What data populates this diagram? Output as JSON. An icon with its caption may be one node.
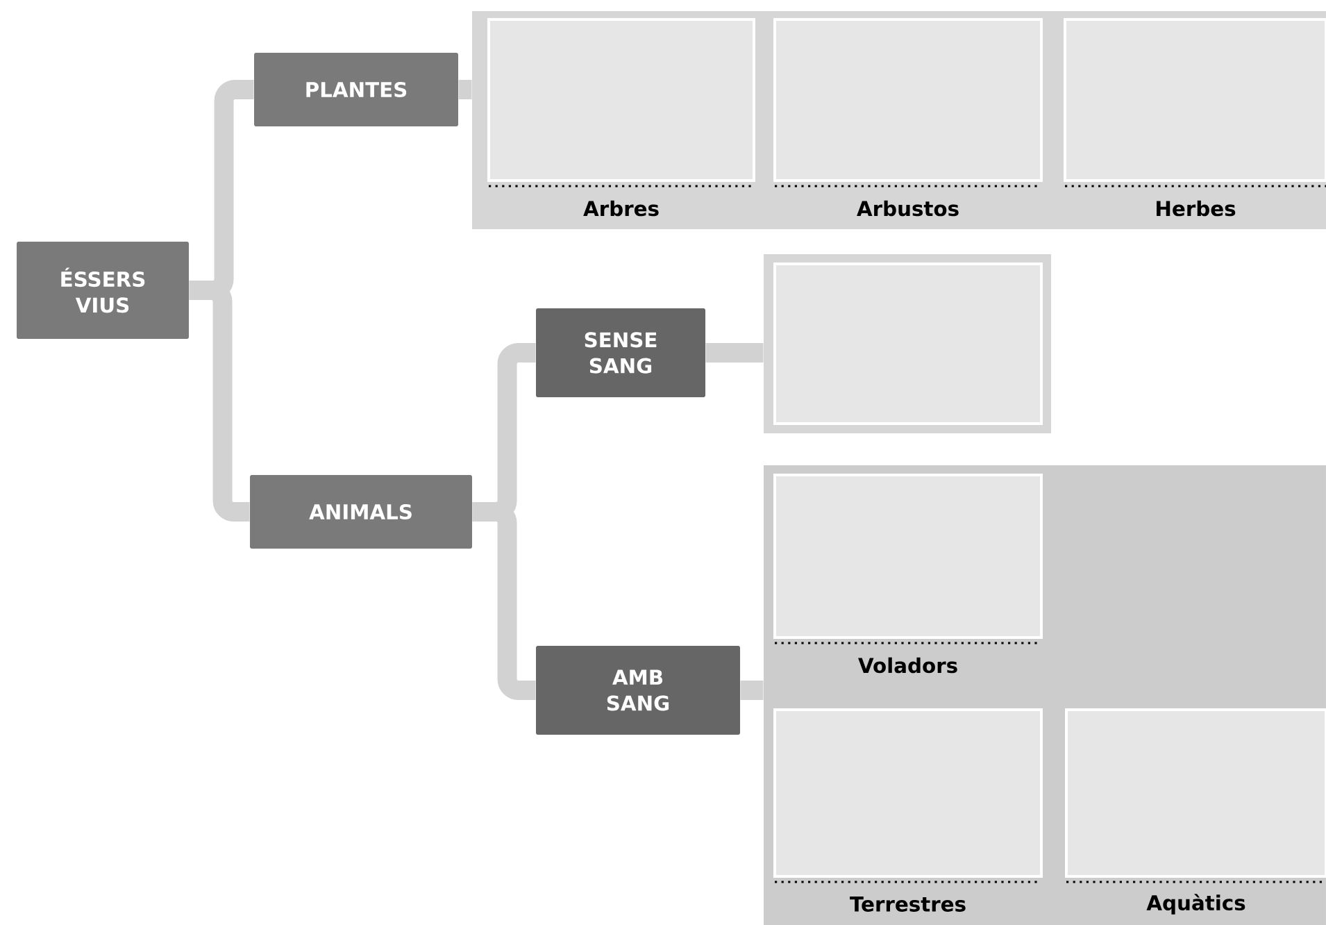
{
  "diagram": {
    "nodes": [
      {
        "text": [
          "ÉSSERS VIUS"
        ]
      },
      {
        "text": [
          "PLANTES"
        ]
      },
      {
        "text": [],
        "shape": "box"
      },
      {
        "text": [
          "Arbres"
        ],
        "in": 2
      },
      {
        "text": [
          "Arbustos"
        ],
        "in": 2
      },
      {
        "text": [
          "Herbes"
        ],
        "in": 2
      },
      {
        "text": [
          "SENSE SANG"
        ]
      },
      {
        "text": [],
        "shape": "box"
      },
      {
        "text": [
          "ANIMALS"
        ]
      },
      {
        "text": [
          "AMB SANG"
        ]
      },
      {
        "text": [],
        "shape": "box"
      },
      {
        "text": [
          "Voladors"
        ],
        "in": 10
      },
      {
        "text": [
          "Terrestres"
        ],
        "in": 10
      },
      {
        "text": [
          "Aquàtics"
        ],
        "in": 10
      }
    ],
    "edges": [
      {
        "from": 0,
        "to": 1,
        "arrow": "none"
      },
      {
        "from": 0,
        "to": 8,
        "arrow": "none"
      },
      {
        "from": 1,
        "to": 2,
        "arrow": "none"
      },
      {
        "from": 8,
        "to": 6,
        "arrow": "none"
      },
      {
        "from": 8,
        "to": 9,
        "arrow": "none"
      },
      {
        "from": 6,
        "to": 7,
        "arrow": "none"
      },
      {
        "from": 9,
        "to": 10,
        "arrow": "none"
      }
    ]
  }
}
